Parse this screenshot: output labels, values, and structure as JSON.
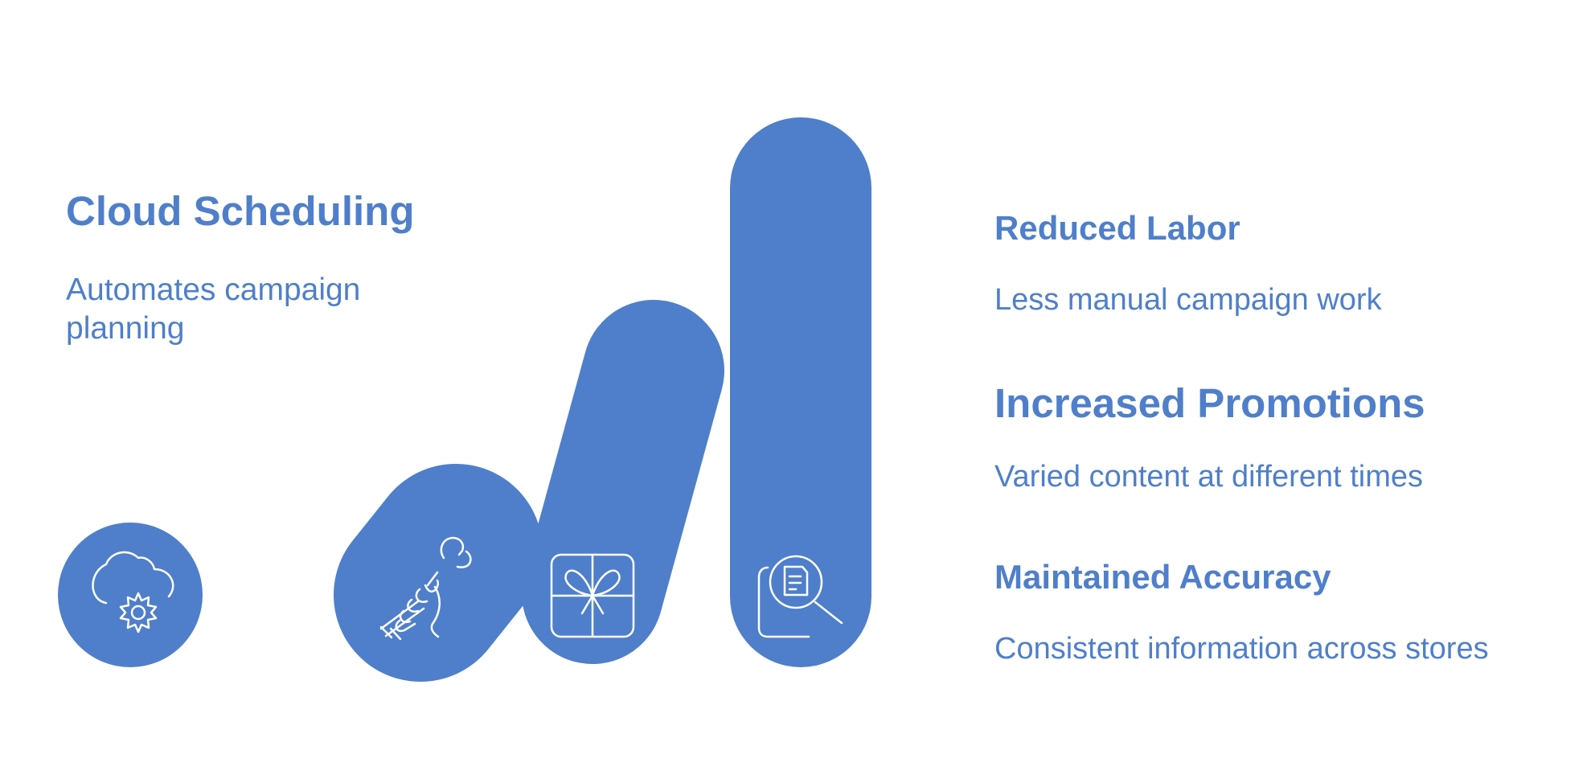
{
  "colors": {
    "accent": "#4f7fcb",
    "background": "#ffffff",
    "icon_stroke": "#ffffff"
  },
  "left": {
    "title": "Cloud Scheduling",
    "description": "Automates campaign planning"
  },
  "pills": [
    {
      "name": "cloud-gear",
      "icon": "cloud-gear-icon"
    },
    {
      "name": "hand-wrench",
      "icon": "hand-wrench-icon"
    },
    {
      "name": "gift",
      "icon": "gift-box-icon"
    },
    {
      "name": "document-search",
      "icon": "document-search-icon"
    }
  ],
  "benefits": [
    {
      "title": "Reduced Labor",
      "description": "Less manual campaign work"
    },
    {
      "title": "Increased Promotions",
      "description": "Varied content at different times"
    },
    {
      "title": "Maintained Accuracy",
      "description": "Consistent information across stores"
    }
  ]
}
